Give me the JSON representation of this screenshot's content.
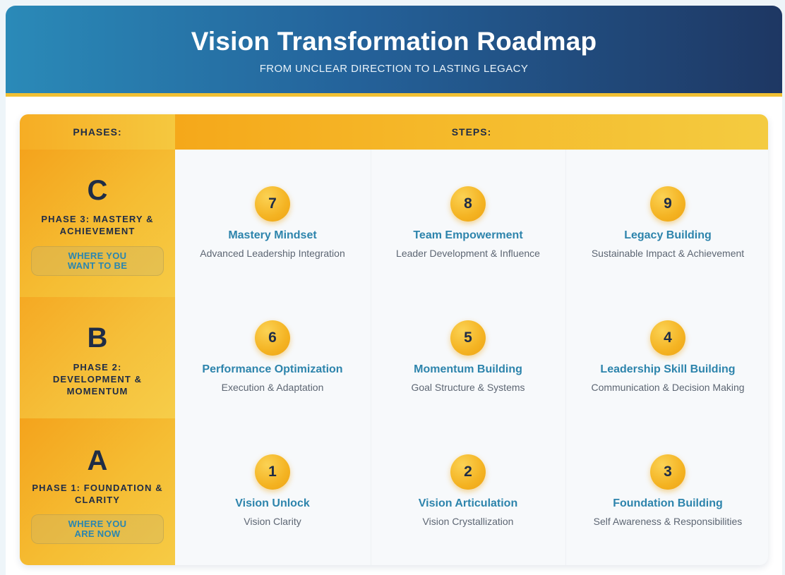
{
  "header": {
    "title": "Vision Transformation Roadmap",
    "subtitle": "FROM UNCLEAR DIRECTION TO LASTING LEGACY"
  },
  "columns": {
    "phases_label": "PHASES:",
    "steps_label": "STEPS:"
  },
  "phases": [
    {
      "letter": "C",
      "name": "Phase 3: Mastery & Achievement",
      "badge": "WHERE YOU WANT TO BE"
    },
    {
      "letter": "B",
      "name": "Phase 2: Development & Momentum",
      "badge": ""
    },
    {
      "letter": "A",
      "name": "Phase 1: Foundation & Clarity",
      "badge": "WHERE YOU ARE NOW"
    }
  ],
  "steps": [
    [
      {
        "number": "7",
        "title": "Mastery Mindset",
        "description": "Advanced Leadership Integration"
      },
      {
        "number": "8",
        "title": "Team Empowerment",
        "description": "Leader Development & Influence"
      },
      {
        "number": "9",
        "title": "Legacy Building",
        "description": "Sustainable Impact & Achievement"
      }
    ],
    [
      {
        "number": "6",
        "title": "Performance Optimization",
        "description": "Execution & Adaptation"
      },
      {
        "number": "5",
        "title": "Momentum Building",
        "description": "Goal Structure & Systems"
      },
      {
        "number": "4",
        "title": "Leadership Skill Building",
        "description": "Communication & Decision Making"
      }
    ],
    [
      {
        "number": "1",
        "title": "Vision Unlock",
        "description": "Vision Clarity"
      },
      {
        "number": "2",
        "title": "Vision Articulation",
        "description": "Vision Crystallization"
      },
      {
        "number": "3",
        "title": "Foundation Building",
        "description": "Self Awareness & Responsibilities"
      }
    ]
  ],
  "colors": {
    "header_start": "#2a8ab8",
    "header_end": "#1e3763",
    "accent_gold": "#f5b52a",
    "step_title": "#2d84ac",
    "dark_text": "#1f2c46"
  }
}
